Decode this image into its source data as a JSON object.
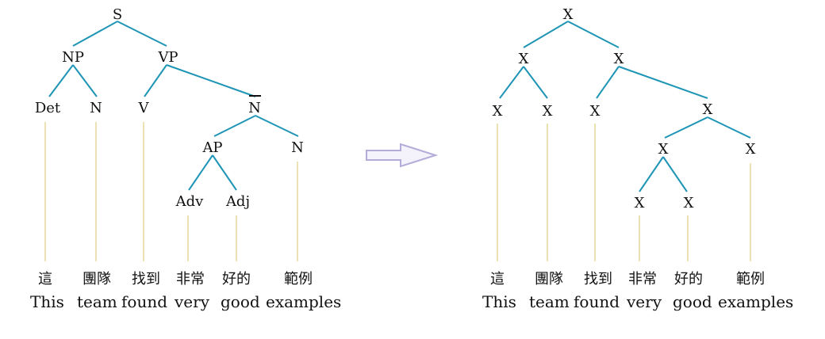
{
  "colors": {
    "branch": "#1f95b5",
    "stem": "#ece1b0",
    "arrow_stroke": "#b3acd8",
    "arrow_fill": "#f4f3fb",
    "text": "#111111"
  },
  "left_tree": {
    "labels": {
      "s": "S",
      "np": "NP",
      "vp": "VP",
      "det": "Det",
      "n1": "N",
      "v": "V",
      "nbar": "N",
      "ap": "AP",
      "n2": "N",
      "adv": "Adv",
      "adj": "Adj"
    },
    "words_zh": [
      "這",
      "團隊",
      "找到",
      "非常",
      "好的",
      "範例"
    ],
    "words_en": [
      "This",
      "team",
      "found",
      "very",
      "good",
      "examples"
    ]
  },
  "right_tree": {
    "labels": {
      "r0": "X",
      "r1": "X",
      "r2": "X",
      "r3": "X",
      "r4": "X",
      "r5": "X",
      "r6": "X",
      "r7": "X",
      "r8": "X",
      "r9": "X",
      "r10": "X"
    },
    "words_zh": [
      "這",
      "團隊",
      "找到",
      "非常",
      "好的",
      "範例"
    ],
    "words_en": [
      "This",
      "team",
      "found",
      "very",
      "good",
      "examples"
    ]
  },
  "arrow": {
    "icon": "right-arrow-icon"
  }
}
